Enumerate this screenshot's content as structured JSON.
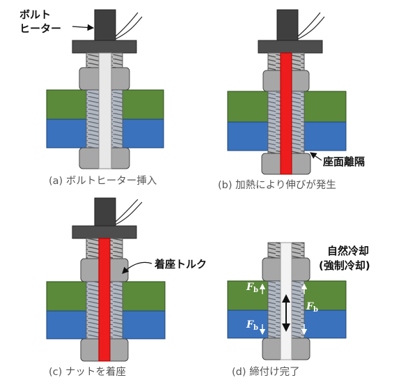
{
  "panels": [
    {
      "id": "a",
      "caption": "(a) ボルトヒーター挿入",
      "state": "heater-inserted"
    },
    {
      "id": "b",
      "caption": "(b) 加熱により伸びが発生",
      "state": "heating"
    },
    {
      "id": "c",
      "caption": "(c) ナットを着座",
      "state": "nut-seated"
    },
    {
      "id": "d",
      "caption": "(d) 締付け完了",
      "state": "tightened"
    }
  ],
  "labels": {
    "bolt_heater_line1": "ボルト",
    "bolt_heater_line2": "ヒーター",
    "seat_separation": "座面離隔",
    "seating_torque": "着座トルク",
    "natural_cooling": "自然冷却",
    "forced_cooling": "(強制冷却)",
    "force_symbol": "F",
    "force_subscript": "b"
  },
  "colors": {
    "green_plate": "#5b8a3a",
    "blue_plate": "#3a72bd",
    "heater_red": "#ee1c1c",
    "bolt_gray": "#c8c8c8",
    "nut_gray": "#a7a7a7",
    "washer_dark": "#4d4d4d",
    "heater_dark": "#3f3f3f"
  }
}
